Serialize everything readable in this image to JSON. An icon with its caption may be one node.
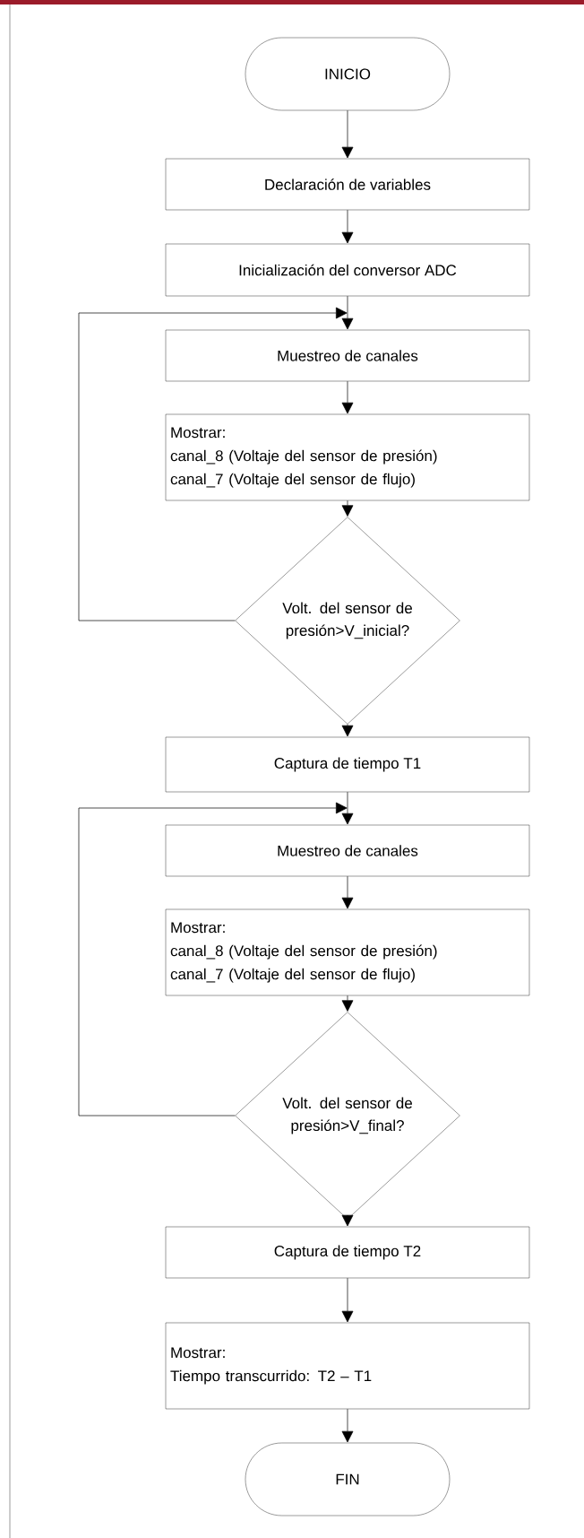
{
  "diagram": {
    "nodes": [
      {
        "text": [
          "INICIO"
        ]
      },
      {
        "text": [
          "Declaración de variables"
        ]
      },
      {
        "text": [
          "Inicialización del conversor ADC"
        ]
      },
      {
        "text": [
          "Muestreo de canales"
        ]
      },
      {
        "text": [
          "Mostrar:",
          "canal_8 (Voltaje del sensor de presión)",
          "canal_7 (Voltaje del sensor de flujo)"
        ]
      },
      {
        "text": [
          "Volt. del sensor de presión>V_inicial?"
        ]
      },
      {
        "text": [
          "Captura de tiempo T1"
        ]
      },
      {
        "text": [
          "Muestreo de canales"
        ]
      },
      {
        "text": [
          "Mostrar:",
          "canal_8 (Voltaje del sensor de presión)",
          "canal_7 (Voltaje del sensor de flujo)"
        ]
      },
      {
        "text": [
          "Volt. del sensor de presión>V_final?"
        ]
      },
      {
        "text": [
          "Captura de tiempo T2"
        ]
      },
      {
        "text": [
          "Mostrar:",
          "Tiempo transcurrido: T2 – T1"
        ]
      },
      {
        "text": [
          "FIN"
        ]
      }
    ],
    "edges": [
      {
        "from": 0,
        "to": 1,
        "arrow": "to"
      },
      {
        "from": 1,
        "to": 2,
        "arrow": "to"
      },
      {
        "from": 2,
        "to": 3,
        "arrow": "to"
      },
      {
        "from": 3,
        "to": 4,
        "arrow": "to"
      },
      {
        "from": 4,
        "to": 5,
        "arrow": "to"
      },
      {
        "from": 5,
        "to": 3,
        "arrow": "to"
      },
      {
        "from": 5,
        "to": 6,
        "arrow": "to"
      },
      {
        "from": 6,
        "to": 7,
        "arrow": "to"
      },
      {
        "from": 7,
        "to": 8,
        "arrow": "to"
      },
      {
        "from": 8,
        "to": 9,
        "arrow": "to"
      },
      {
        "from": 9,
        "to": 7,
        "arrow": "to"
      },
      {
        "from": 9,
        "to": 10,
        "arrow": "to"
      },
      {
        "from": 10,
        "to": 11,
        "arrow": "to"
      },
      {
        "from": 11,
        "to": 12,
        "arrow": "to"
      }
    ]
  }
}
